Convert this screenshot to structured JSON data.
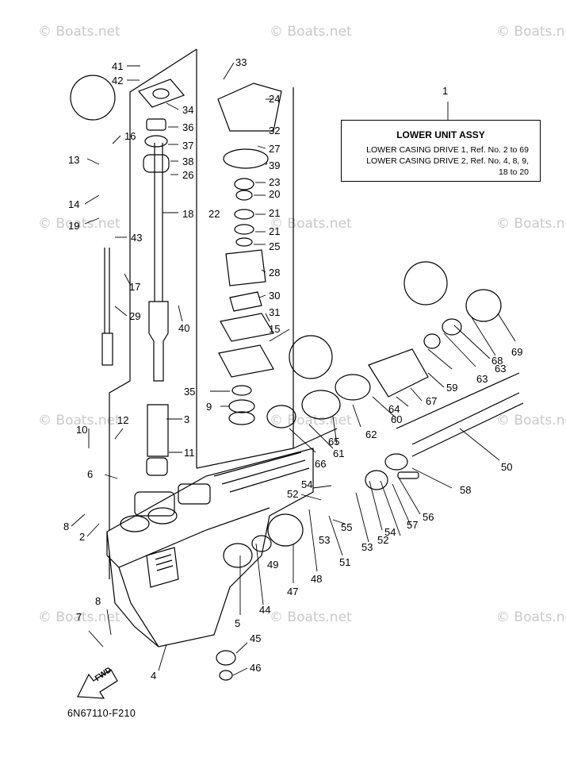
{
  "watermark": "© Boats.net",
  "figure_code": "6N67110-F210",
  "fwd_label": "FWD",
  "assembly": {
    "ref_number": "1",
    "title": "LOWER UNIT ASSY",
    "lines": [
      "LOWER CASING DRIVE 1, Ref. No. 2 to 69",
      "LOWER CASING DRIVE 2, Ref. No. 4, 8, 9,",
      "18 to 20"
    ]
  },
  "callouts": [
    "41",
    "42",
    "33",
    "34",
    "24",
    "36",
    "32",
    "37",
    "27",
    "38",
    "39",
    "26",
    "23",
    "20",
    "21",
    "22",
    "21",
    "25",
    "28",
    "30",
    "31",
    "15",
    "16",
    "13",
    "14",
    "19",
    "43",
    "18",
    "17",
    "29",
    "40",
    "35",
    "9",
    "3",
    "11",
    "12",
    "10",
    "6",
    "8",
    "2",
    "4",
    "5",
    "44",
    "45",
    "46",
    "47",
    "49",
    "48",
    "50",
    "51",
    "52",
    "52",
    "53",
    "53",
    "54",
    "54",
    "55",
    "56",
    "57",
    "58",
    "59",
    "60",
    "61",
    "62",
    "63",
    "63",
    "64",
    "65",
    "66",
    "67",
    "68",
    "69",
    "7",
    "8"
  ]
}
